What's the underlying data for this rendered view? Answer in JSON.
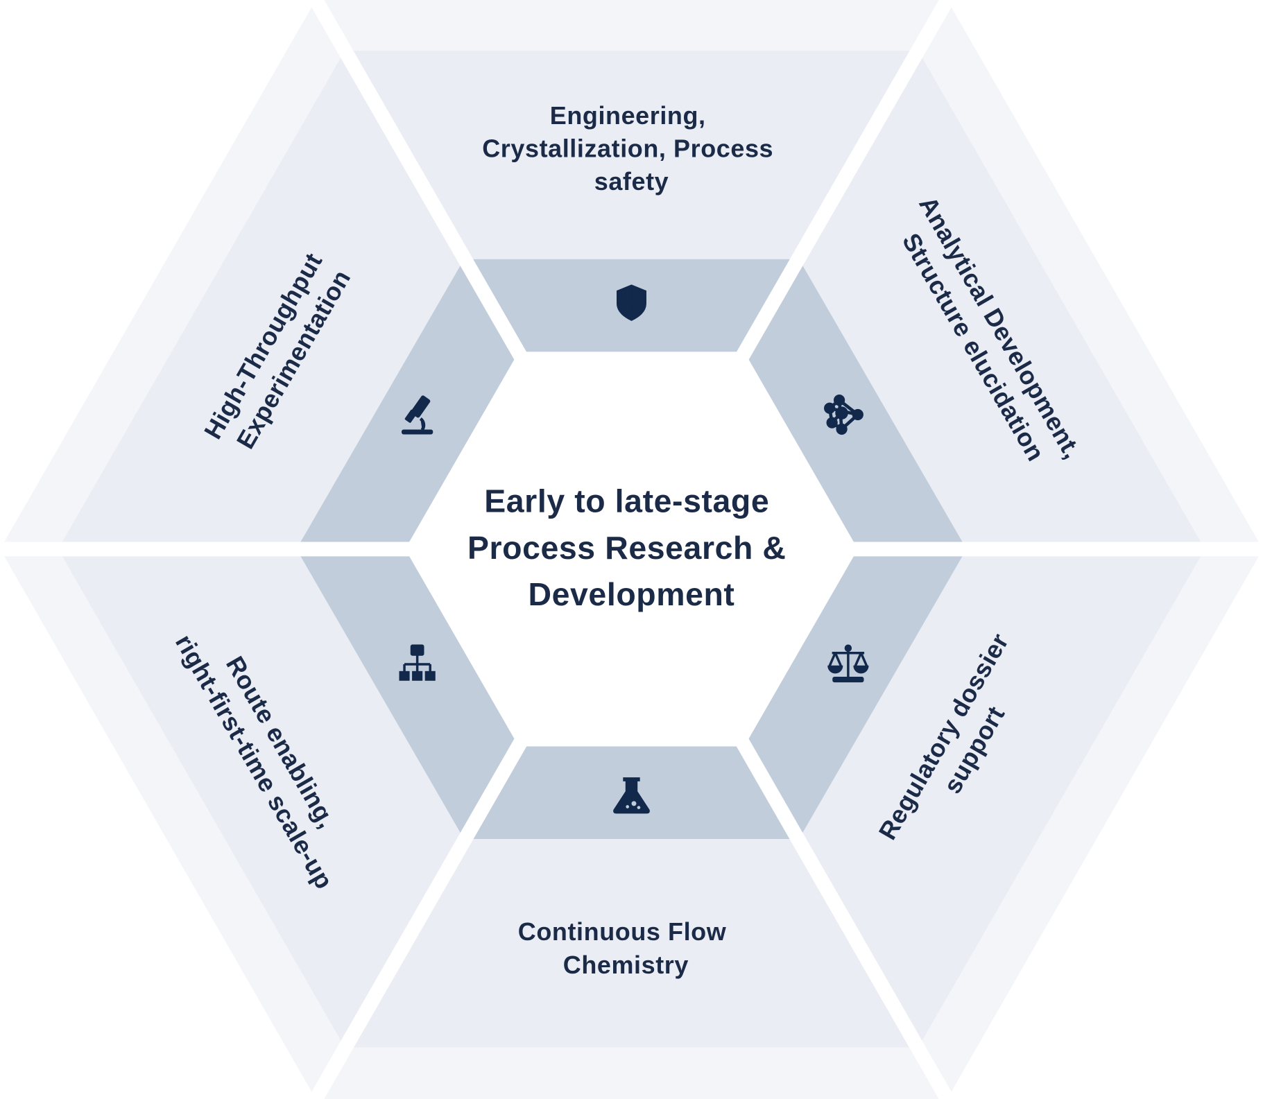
{
  "center": {
    "lines": [
      "Early to late-stage",
      "Process Research &",
      "Development"
    ]
  },
  "segments": {
    "top": {
      "lines": [
        "Engineering,",
        "Crystallization, Process",
        "safety"
      ],
      "icon": "shield-icon"
    },
    "upper_right": {
      "lines": [
        "Analytical Development,",
        "Structure elucidation"
      ],
      "icon": "molecule-icon"
    },
    "lower_right": {
      "lines": [
        "Regulatory dossier",
        "support"
      ],
      "icon": "scales-icon"
    },
    "bottom": {
      "lines": [
        "Continuous Flow",
        "Chemistry"
      ],
      "icon": "flask-icon"
    },
    "lower_left": {
      "lines": [
        "Route enabling,",
        "right-first-time scale-up"
      ],
      "icon": "hierarchy-icon"
    },
    "upper_left": {
      "lines": [
        "High-Throughput",
        "Experimentation"
      ],
      "icon": "microscope-icon"
    }
  },
  "colors": {
    "outer_ring": "#f4f5f9",
    "middle_ring": "#eaedf4",
    "inner_ring": "#c1cddb",
    "text": "#1b2a47",
    "icon": "#13294b"
  }
}
